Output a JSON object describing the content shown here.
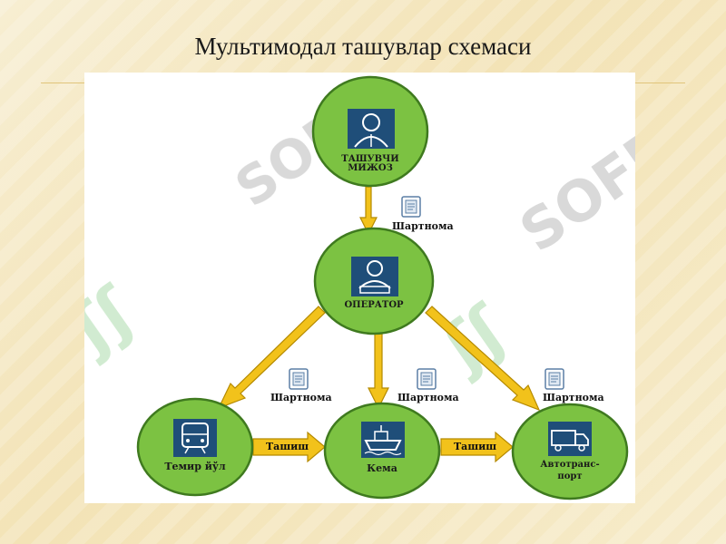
{
  "slide": {
    "title": "Мультимодал ташувлар схемаси",
    "watermark": "SOFF"
  },
  "diagram": {
    "nodes": {
      "client": {
        "label_line1": "ТАШУВЧИ",
        "label_line2": "МИЖОЗ",
        "icon": "person-icon"
      },
      "operator": {
        "label": "ОПЕРАТОР",
        "icon": "operator-laptop-icon"
      },
      "rail": {
        "label": "Темир йўл",
        "icon": "train-icon"
      },
      "ship": {
        "label": "Кема",
        "icon": "ship-icon"
      },
      "auto": {
        "label_line1": "Автотранс-",
        "label_line2": "порт",
        "icon": "truck-icon"
      }
    },
    "edges": {
      "client_operator": "Шартнома",
      "operator_rail": "Шартнома",
      "operator_ship": "Шартнома",
      "operator_auto": "Шартнома",
      "rail_ship": "Ташиш",
      "ship_auto": "Ташиш"
    },
    "colors": {
      "node_fill": "#7cc242",
      "node_stroke": "#3f7a1f",
      "icon_bg": "#1f4e79",
      "arrow_fill": "#f2c21b",
      "arrow_stroke": "#b58a00"
    }
  }
}
